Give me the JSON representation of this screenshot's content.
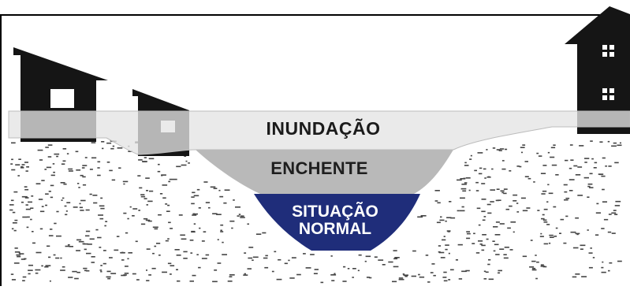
{
  "diagram": {
    "labels": {
      "flood": "INUNDAÇÃO",
      "surge": "ENCHENTE",
      "normal_line1": "SITUAÇÃO",
      "normal_line2": "NORMAL"
    },
    "colors": {
      "building": "#151515",
      "window": "#ffffff",
      "flood_band": "#e4e4e4",
      "surge_water": "#b9b9b9",
      "normal_water": "#1f2d7a",
      "soil_marks": "#444444",
      "frame": "#000000"
    },
    "icons": [
      "house-icon",
      "shed-icon",
      "building-icon"
    ]
  }
}
